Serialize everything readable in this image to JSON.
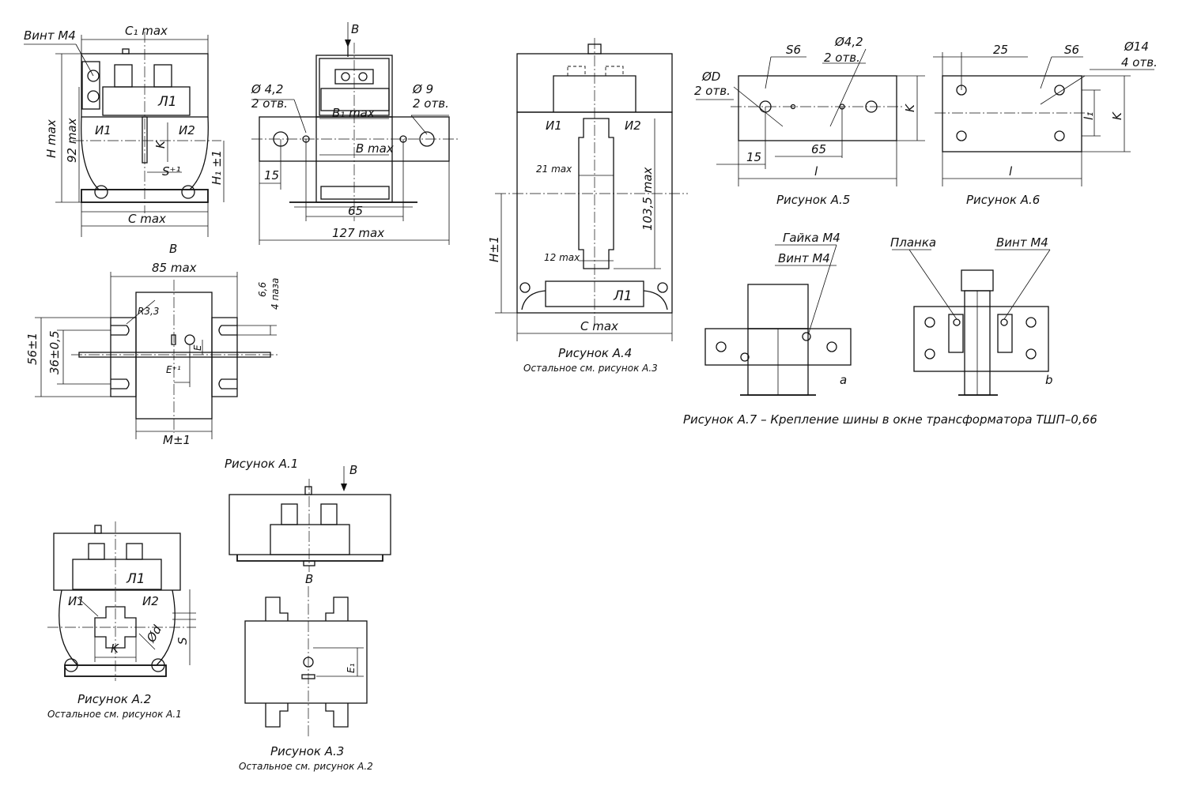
{
  "fig_a1_top": {
    "vint_m4": "Винт M4",
    "c1_max": "C₁ max",
    "h_max": "H max",
    "d92_max": "92 max",
    "i1": "И1",
    "i2": "И2",
    "l1": "Л1",
    "k": "K",
    "s1": "S⁺¹",
    "h1": "H₁ ±1",
    "c_max": "C max"
  },
  "fig_a1_side": {
    "b_view": "B",
    "phi42": "Ø 4,2",
    "two_holes_a": "2 отв.",
    "b1_max": "B₁ max",
    "phi9": "Ø 9",
    "two_holes_b": "2 отв.",
    "b_max": "B max",
    "d15": "15",
    "d65": "65",
    "d127": "127 max"
  },
  "fig_a1_viewb": {
    "b_view": "B",
    "d85": "85 max",
    "r33": "R3,3",
    "d66": "6,6",
    "four_grooves": "4 паза",
    "d56": "56±1",
    "d36": "36±0,5",
    "e": "E",
    "e1": "E⁺¹",
    "m": "M±1"
  },
  "fig_a1_caption": "Рисунок А.1",
  "fig_a2": {
    "l1": "Л1",
    "i1": "И1",
    "i2": "И2",
    "k": "K",
    "phi_d": "Ød",
    "s": "S",
    "caption": "Рисунок А.2",
    "note": "Остальное см. рисунок А.1"
  },
  "fig_a3": {
    "b_top": "B",
    "b_view": "B",
    "e1": "E₁",
    "caption": "Рисунок А.3",
    "note": "Остальное см. рисунок А.2"
  },
  "fig_a4": {
    "i1": "И1",
    "i2": "И2",
    "d21": "21 max",
    "d103": "103,5 max",
    "d12": "12 max",
    "h1": "H±1",
    "l1": "Л1",
    "c_max": "C max",
    "caption": "Рисунок А.4",
    "note": "Остальное см. рисунок А.3"
  },
  "fig_a5": {
    "s6": "S6",
    "phi42": "Ø4,2",
    "two_holes": "2 отв.",
    "phi_d": "ØD",
    "two_holes_d": "2 отв.",
    "k": "K",
    "d15": "15",
    "d65": "65",
    "l": "l",
    "caption": "Рисунок А.5"
  },
  "fig_a6": {
    "d25": "25",
    "s6": "S6",
    "phi14": "Ø14",
    "four_holes": "4 отв.",
    "l1": "l₁",
    "k": "K",
    "l": "l",
    "caption": "Рисунок А.6"
  },
  "fig_a7": {
    "gaika": "Гайка M4",
    "vint_a": "Винт M4",
    "planka": "Планка",
    "vint_b": "Винт M4",
    "a": "a",
    "b": "b",
    "caption": "Рисунок А.7 – Крепление шины в окне трансформатора ТШП–0,66"
  }
}
